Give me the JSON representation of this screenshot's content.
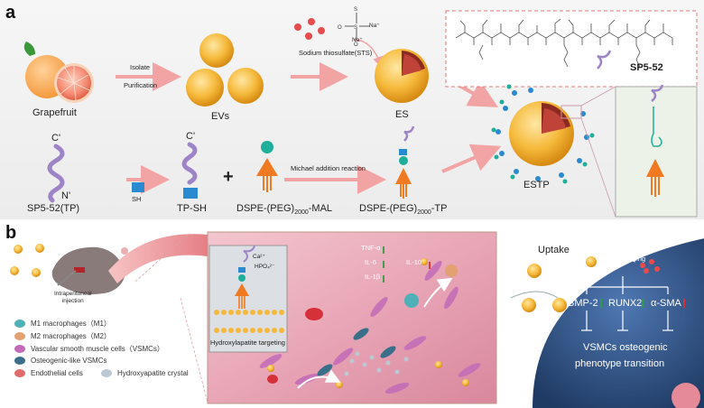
{
  "panel_a": {
    "letter": "a",
    "grapefruit": "Grapefruit",
    "isolate": "Isolate",
    "purification": "Purification",
    "evs": "EVs",
    "sts_label": "Sodium thiosulfate(STS)",
    "na1": "Na⁺",
    "na2": "Na⁺",
    "es": "ES",
    "sp552": "SP5-52",
    "estp": "ESTP",
    "c_prime_1": "C'",
    "n_prime": "N'",
    "sp552_tp": "SP5-52(TP)",
    "sh": "SH",
    "c_prime_2": "C'",
    "tp_sh": "TP-SH",
    "plus": "+",
    "dspe_mal": "DSPE-(PEG)",
    "dspe_mal_sub": "2000",
    "dspe_mal_end": "-MAL",
    "michael": "Michael addition reaction",
    "dspe_tp": "DSPE-(PEG)",
    "dspe_tp_sub": "2000",
    "dspe_tp_end": "-TP"
  },
  "panel_b": {
    "letter": "b",
    "injection": "Intraperitoneal\ninjection",
    "ca": "Ca²⁺",
    "hpo": "HPO₄²⁻",
    "hap_targeting": "Hydroxylapatite targeting",
    "tnf": "TNF-α",
    "il6": "IL-6",
    "il1b": "IL-1β",
    "il10": "IL-10",
    "uptake": "Uptake",
    "sts_releasing": "STS releasing",
    "bmp2": "BMP-2",
    "runx2": "RUNX2",
    "asma": "α-SMA",
    "outcome_1": "VSMCs osteogenic",
    "outcome_2": "phenotype transition"
  },
  "legend": [
    {
      "text": "M1 macrophages（M1）",
      "color": "#4fb0b8"
    },
    {
      "text": "M2 macrophages（M2）",
      "color": "#e3a070"
    },
    {
      "text": "Vascular smooth muscle cells（VSMCs）",
      "color": "#c26bb8"
    },
    {
      "text": "Osteogenic-like VSMCs",
      "color": "#3a6f8a"
    },
    {
      "text": "Endothelial cells",
      "color": "#e06b6b"
    },
    {
      "text": "Hydroxyapatite crystal",
      "color": "#bcc8d2"
    }
  ],
  "colors": {
    "arrow": "#f2a3a3",
    "peptide": "#9d84c7",
    "sh_block": "#2a8ad0",
    "peg": "#f07a22",
    "head": "#1fae9a",
    "np": "#f4b83a",
    "cell": "#2c4f80"
  }
}
